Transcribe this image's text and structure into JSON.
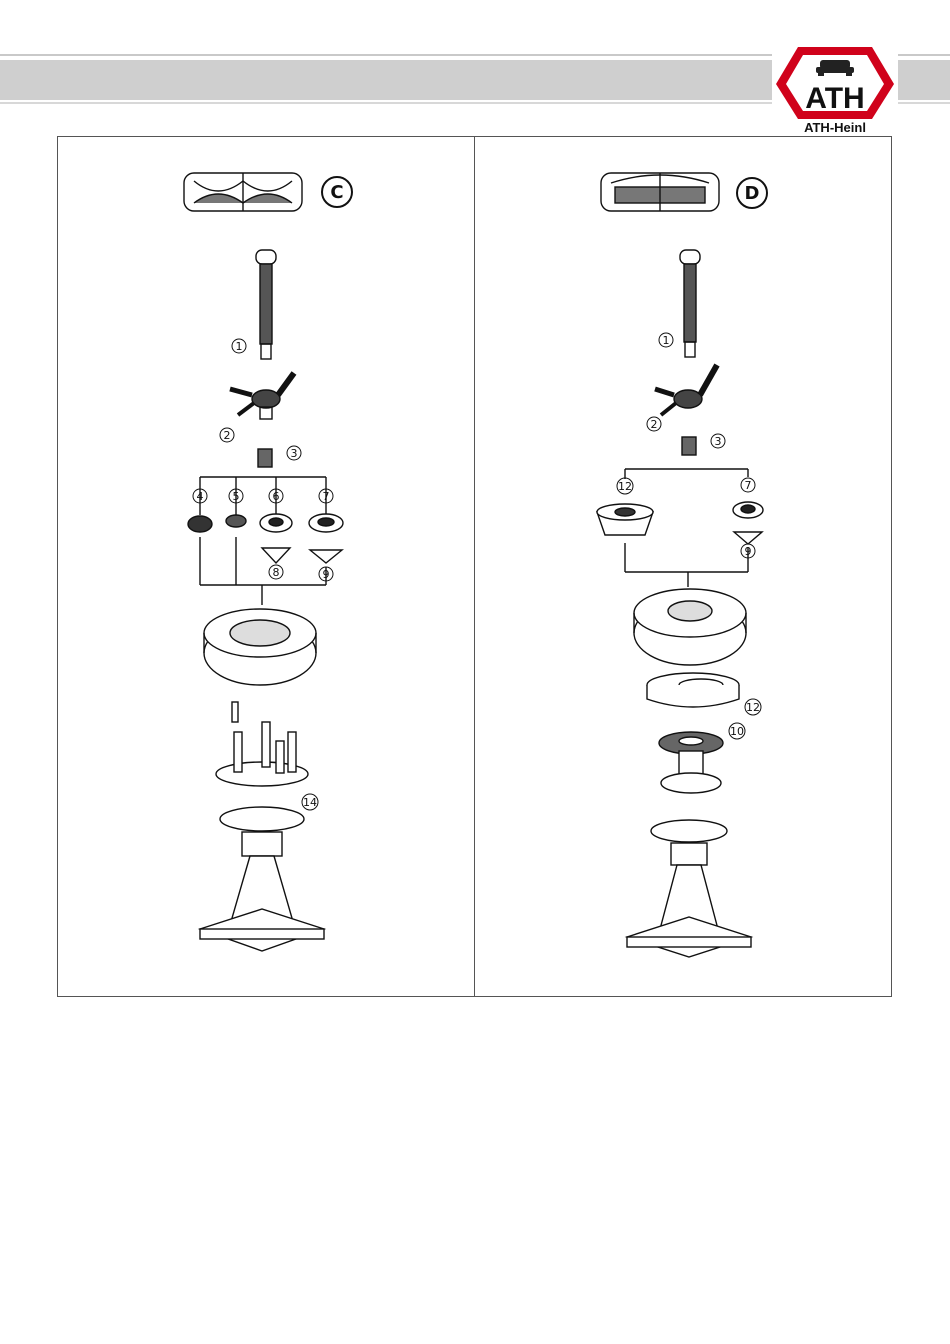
{
  "header": {
    "logo_letters": "ATH",
    "logo_caption": "ATH-Heinl",
    "brand_color": "#d0021b",
    "band_color": "#cfcfcf"
  },
  "panels": [
    {
      "letter": "C",
      "callouts": [
        "1",
        "2",
        "3",
        "4",
        "5",
        "6",
        "7",
        "8",
        "9",
        "14"
      ]
    },
    {
      "letter": "D",
      "callouts": [
        "1",
        "2",
        "3",
        "12",
        "7",
        "9",
        "12",
        "10"
      ]
    }
  ]
}
